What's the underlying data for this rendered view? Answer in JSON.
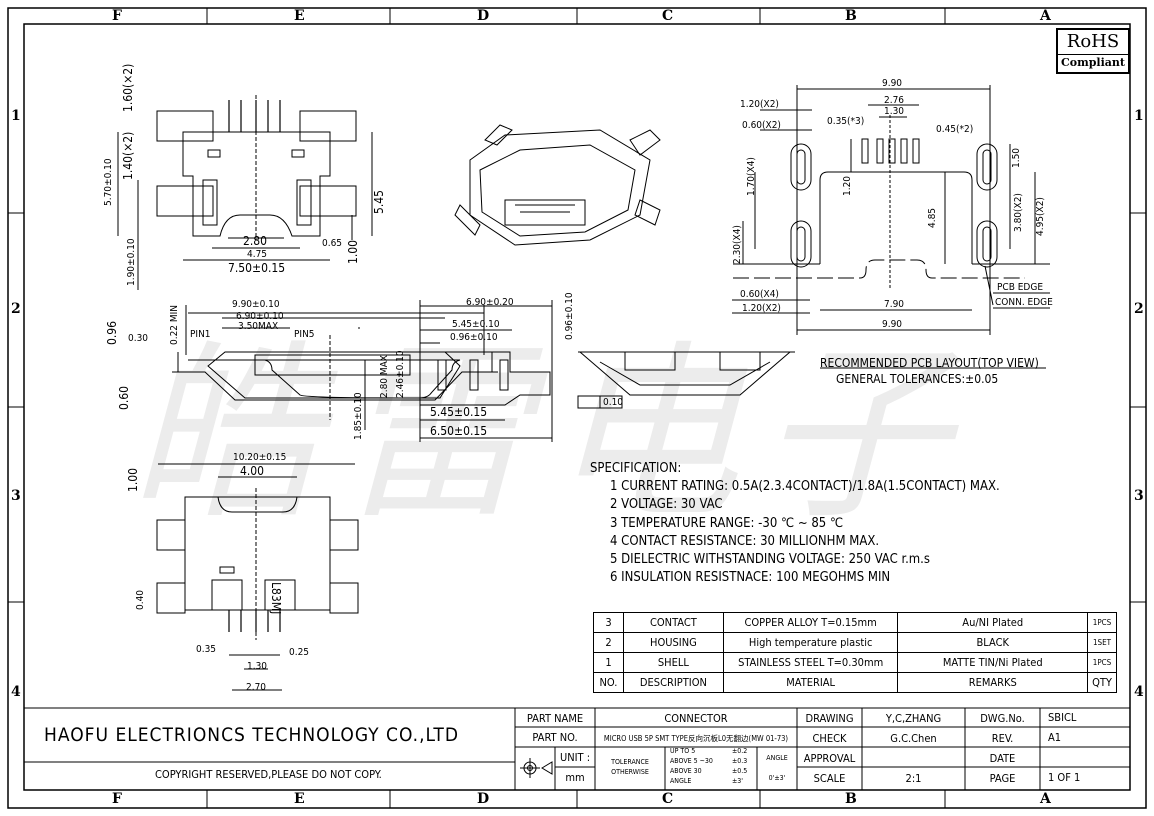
{
  "grid": {
    "columns": [
      "F",
      "E",
      "D",
      "C",
      "B",
      "A"
    ],
    "rows": [
      "1",
      "2",
      "3",
      "4"
    ]
  },
  "watermark": "皓雷电子",
  "rohs": {
    "title": "RoHS",
    "subtitle": "Compliant"
  },
  "top_view": {
    "d1": "1.60(×2)",
    "d2": "1.40(×2)",
    "d3": "5.70±0.10",
    "d4": "1.90±0.10",
    "d5": "5.45",
    "d6": "1.00",
    "d7": "2.80",
    "d8": "0.65",
    "d9": "4.75",
    "d10": "7.50±0.15"
  },
  "front_view": {
    "d1": "9.90±0.10",
    "d2": "6.90±0.10",
    "d3": "3.50MAX",
    "d4": "0.22 MIN",
    "d5": "0.96",
    "d6": "0.30",
    "d7": "0.60",
    "d8": "1.85±0.10",
    "pin1": "PIN1",
    "pin5": "PIN5"
  },
  "side_view": {
    "d1": "6.90±0.20",
    "d2": "5.45±0.10",
    "d3": "0.96±0.10",
    "d4": "2.80 MAX",
    "d5": "2.46±0.10",
    "d6": "5.45±0.15",
    "d7": "6.50±0.15",
    "d8": "0.96±0.10",
    "flatness": "0.10"
  },
  "bottom_view": {
    "d1": "10.20±0.15",
    "d2": "4.00",
    "d3": "1.00",
    "d4": "0.40",
    "d5": "0.35",
    "d6": "0.25",
    "d7": "1.30",
    "d8": "2.70",
    "marking": "L83MJ"
  },
  "pcb_layout": {
    "d1": "9.90",
    "d2": "2.76",
    "d3": "1.30",
    "d4": "1.20(X2)",
    "d5": "0.60(X2)",
    "d6": "0.35(*3)",
    "d7": "0.45(*2)",
    "d8": "1.70(X4)",
    "d9": "1.20",
    "d10": "1.50",
    "d11": "4.85",
    "d12": "3.80(X2)",
    "d13": "4.95(X2)",
    "d14": "2.30(X4)",
    "d15": "0.60(X4)",
    "d16": "1.20(X2)",
    "d17": "7.90",
    "d18": "9.90",
    "pcb_edge": "PCB EDGE",
    "conn_edge": "CONN. EDGE",
    "title": "RECOMMENDED PCB LAYOUT(TOP VIEW)",
    "tolerance": "GENERAL TOLERANCES:±0.05"
  },
  "specification": {
    "title": "SPECIFICATION:",
    "items": [
      "1 CURRENT RATING: 0.5A(2.3.4CONTACT)/1.8A(1.5CONTACT) MAX.",
      "2 VOLTAGE: 30 VAC",
      "3 TEMPERATURE RANGE: -30 ℃ ~ 85 ℃",
      "4 CONTACT RESISTANCE: 30 MILLIONHM MAX.",
      "5 DIELECTRIC WITHSTANDING VOLTAGE: 250 VAC r.m.s",
      "6 INSULATION RESISTNACE: 100 MEGOHMS MIN"
    ]
  },
  "bom": {
    "rows": [
      {
        "no": "3",
        "description": "CONTACT",
        "material": "COPPER ALLOY T=0.15mm",
        "remarks": "Au/NI Plated",
        "qty": "1PCS"
      },
      {
        "no": "2",
        "description": "HOUSING",
        "material": "High temperature plastic",
        "remarks": "BLACK",
        "qty": "1SET"
      },
      {
        "no": "1",
        "description": "SHELL",
        "material": "STAINLESS STEEL T=0.30mm",
        "remarks": "MATTE TIN/Ni Plated",
        "qty": "1PCS"
      }
    ],
    "header": {
      "no": "NO.",
      "description": "DESCRIPTION",
      "material": "MATERIAL",
      "remarks": "REMARKS",
      "qty": "QTY"
    }
  },
  "title_block": {
    "company": "HAOFU ELECTRIONCS TECHNOLOGY CO.,LTD",
    "copyright": "COPYRIGHT RESERVED,PLEASE DO NOT COPY.",
    "part_name_label": "PART NAME",
    "part_name": "CONNECTOR",
    "part_no_label": "PART NO.",
    "part_no": "MICRO USB 5P SMT TYPE反向沉板L0无翻边(MW 01-73)",
    "unit_label": "UNIT :",
    "unit": "mm",
    "tolerance_label1": "TOLERANCE",
    "tolerance_label2": "OTHERWISE",
    "tol1": "UP TO 5",
    "tol1v": "±0.2",
    "tol2": "ABOVE 5 ~30",
    "tol2v": "±0.3",
    "tol3": "ABOVE 30",
    "tol3v": "±0.5",
    "tol4": "ANGLE",
    "tol4v": "±3'",
    "angle_label": "ANGLE",
    "angle_value": "0'±3'",
    "drawing_label": "DRAWING",
    "drawing": "Y,C,ZHANG",
    "check_label": "CHECK",
    "check": "G.C.Chen",
    "approval_label": "APPROVAL",
    "approval": "",
    "scale_label": "SCALE",
    "scale": "2:1",
    "dwg_no_label": "DWG.No.",
    "dwg_no": "SBICL",
    "rev_label": "REV.",
    "rev": "A1",
    "date_label": "DATE",
    "date": "",
    "page_label": "PAGE",
    "page": "1 OF 1"
  }
}
